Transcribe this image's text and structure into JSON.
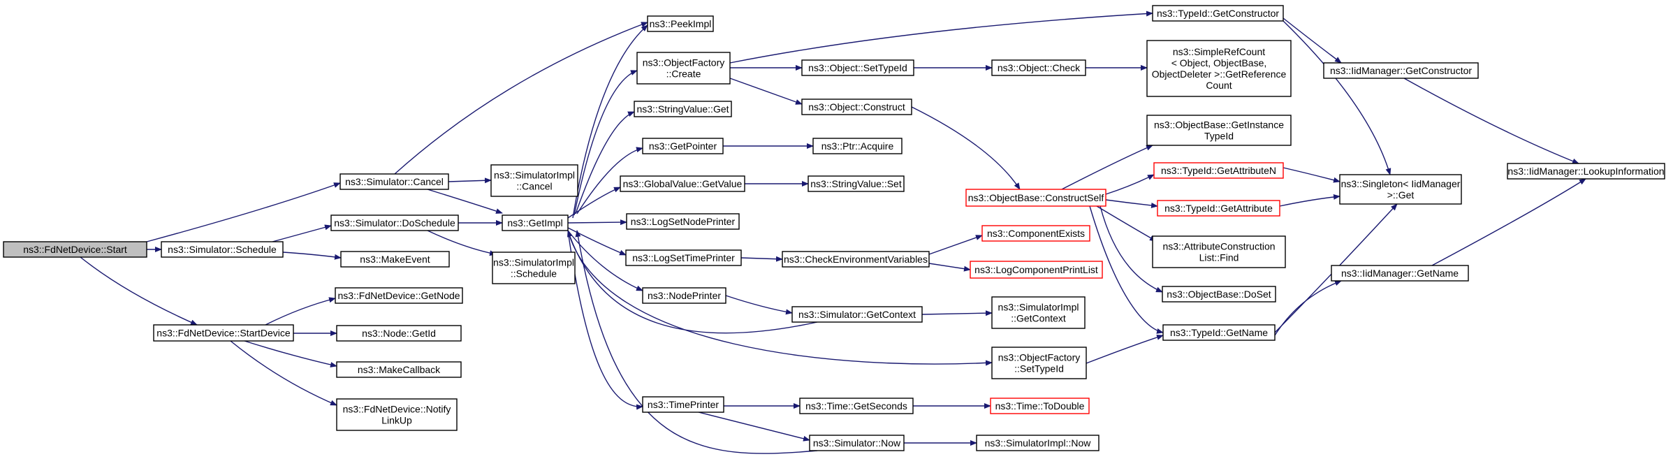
{
  "colors": {
    "edge": "#191970",
    "normal_fill": "#ffffff",
    "normal_border": "#000000",
    "root_fill": "#bfbfbf",
    "incomplete_border": "#ff0000",
    "text": "#000000"
  },
  "nodes": [
    {
      "id": "start",
      "lines": [
        "ns3::FdNetDevice::Start"
      ],
      "root": true
    },
    {
      "id": "schedule",
      "lines": [
        "ns3::Simulator::Schedule"
      ]
    },
    {
      "id": "startdevice",
      "lines": [
        "ns3::FdNetDevice::StartDevice"
      ]
    },
    {
      "id": "cancel",
      "lines": [
        "ns3::Simulator::Cancel"
      ]
    },
    {
      "id": "doschedule",
      "lines": [
        "ns3::Simulator::DoSchedule"
      ]
    },
    {
      "id": "makeevent",
      "lines": [
        "ns3::MakeEvent"
      ]
    },
    {
      "id": "simimplcancel",
      "lines": [
        "ns3::SimulatorImpl",
        "::Cancel"
      ]
    },
    {
      "id": "getimpl",
      "lines": [
        "ns3::GetImpl"
      ]
    },
    {
      "id": "simimplschedule",
      "lines": [
        "ns3::SimulatorImpl",
        "::Schedule"
      ]
    },
    {
      "id": "getnode",
      "lines": [
        "ns3::FdNetDevice::GetNode"
      ]
    },
    {
      "id": "nodegetid",
      "lines": [
        "ns3::Node::GetId"
      ]
    },
    {
      "id": "makecallback",
      "lines": [
        "ns3::MakeCallback"
      ]
    },
    {
      "id": "notifylinkup",
      "lines": [
        "ns3::FdNetDevice::Notify",
        "LinkUp"
      ]
    },
    {
      "id": "peekimpl",
      "lines": [
        "ns3::PeekImpl"
      ]
    },
    {
      "id": "ofcreate",
      "lines": [
        "ns3::ObjectFactory",
        "::Create"
      ]
    },
    {
      "id": "stringvalueget",
      "lines": [
        "ns3::StringValue::Get"
      ]
    },
    {
      "id": "getpointer",
      "lines": [
        "ns3::GetPointer"
      ]
    },
    {
      "id": "globalvalueget",
      "lines": [
        "ns3::GlobalValue::GetValue"
      ]
    },
    {
      "id": "logsetnodeprinter",
      "lines": [
        "ns3::LogSetNodePrinter"
      ]
    },
    {
      "id": "logsettimeprinter",
      "lines": [
        "ns3::LogSetTimePrinter"
      ]
    },
    {
      "id": "nodeprinter",
      "lines": [
        "ns3::NodePrinter"
      ]
    },
    {
      "id": "timeprinter",
      "lines": [
        "ns3::TimePrinter"
      ]
    },
    {
      "id": "objsettypeid",
      "lines": [
        "ns3::Object::SetTypeId"
      ]
    },
    {
      "id": "objconstruct",
      "lines": [
        "ns3::Object::Construct"
      ]
    },
    {
      "id": "ptracquire",
      "lines": [
        "ns3::Ptr::Acquire"
      ]
    },
    {
      "id": "stringvalueset",
      "lines": [
        "ns3::StringValue::Set"
      ]
    },
    {
      "id": "checkenv",
      "lines": [
        "ns3::CheckEnvironmentVariables"
      ]
    },
    {
      "id": "simgetcontext",
      "lines": [
        "ns3::Simulator::GetContext"
      ]
    },
    {
      "id": "timegetseconds",
      "lines": [
        "ns3::Time::GetSeconds"
      ]
    },
    {
      "id": "simnow",
      "lines": [
        "ns3::Simulator::Now"
      ]
    },
    {
      "id": "objcheck",
      "lines": [
        "ns3::Object::Check"
      ]
    },
    {
      "id": "constructself",
      "lines": [
        "ns3::ObjectBase::ConstructSelf"
      ],
      "incomplete": true
    },
    {
      "id": "componentexists",
      "lines": [
        "ns3::ComponentExists"
      ],
      "incomplete": true
    },
    {
      "id": "logcomponentprintlist",
      "lines": [
        "ns3::LogComponentPrintList"
      ],
      "incomplete": true
    },
    {
      "id": "simimplgetcontext",
      "lines": [
        "ns3::SimulatorImpl",
        "::GetContext"
      ]
    },
    {
      "id": "ofsettypeid",
      "lines": [
        "ns3::ObjectFactory",
        "::SetTypeId"
      ]
    },
    {
      "id": "timetodouble",
      "lines": [
        "ns3::Time::ToDouble"
      ],
      "incomplete": true
    },
    {
      "id": "simimplnow",
      "lines": [
        "ns3::SimulatorImpl::Now"
      ]
    },
    {
      "id": "typeidgetconstructor",
      "lines": [
        "ns3::TypeId::GetConstructor"
      ]
    },
    {
      "id": "simplerefcount",
      "lines": [
        "ns3::SimpleRefCount",
        "< Object, ObjectBase,",
        "ObjectDeleter >::GetReference",
        "Count"
      ]
    },
    {
      "id": "getinstancetypeid",
      "lines": [
        "ns3::ObjectBase::GetInstance",
        "TypeId"
      ]
    },
    {
      "id": "getattributen",
      "lines": [
        "ns3::TypeId::GetAttributeN"
      ],
      "incomplete": true
    },
    {
      "id": "getattribute",
      "lines": [
        "ns3::TypeId::GetAttribute"
      ],
      "incomplete": true
    },
    {
      "id": "attrconstructionlist",
      "lines": [
        "ns3::AttributeConstruction",
        "List::Find"
      ]
    },
    {
      "id": "objectbasedoset",
      "lines": [
        "ns3::ObjectBase::DoSet"
      ]
    },
    {
      "id": "typeidgetname",
      "lines": [
        "ns3::TypeId::GetName"
      ]
    },
    {
      "id": "iidgetconstructor",
      "lines": [
        "ns3::IidManager::GetConstructor"
      ]
    },
    {
      "id": "singletonget",
      "lines": [
        "ns3::Singleton< IidManager",
        ">::Get"
      ]
    },
    {
      "id": "iidgetname",
      "lines": [
        "ns3::IidManager::GetName"
      ]
    },
    {
      "id": "iidlookup",
      "lines": [
        "ns3::IidManager::LookupInformation"
      ]
    }
  ],
  "edges": [
    {
      "from": "start",
      "to": "cancel"
    },
    {
      "from": "start",
      "to": "schedule"
    },
    {
      "from": "start",
      "to": "startdevice"
    },
    {
      "from": "schedule",
      "to": "doschedule"
    },
    {
      "from": "schedule",
      "to": "makeevent"
    },
    {
      "from": "cancel",
      "to": "peekimpl"
    },
    {
      "from": "cancel",
      "to": "simimplcancel"
    },
    {
      "from": "cancel",
      "to": "getimpl"
    },
    {
      "from": "doschedule",
      "to": "getimpl"
    },
    {
      "from": "doschedule",
      "to": "simimplschedule"
    },
    {
      "from": "startdevice",
      "to": "getnode"
    },
    {
      "from": "startdevice",
      "to": "nodegetid"
    },
    {
      "from": "startdevice",
      "to": "makecallback"
    },
    {
      "from": "startdevice",
      "to": "notifylinkup"
    },
    {
      "from": "getimpl",
      "to": "peekimpl"
    },
    {
      "from": "getimpl",
      "to": "ofcreate"
    },
    {
      "from": "getimpl",
      "to": "stringvalueget"
    },
    {
      "from": "getimpl",
      "to": "getpointer"
    },
    {
      "from": "getimpl",
      "to": "globalvalueget"
    },
    {
      "from": "getimpl",
      "to": "logsetnodeprinter"
    },
    {
      "from": "getimpl",
      "to": "logsettimeprinter"
    },
    {
      "from": "getimpl",
      "to": "nodeprinter"
    },
    {
      "from": "getimpl",
      "to": "ofsettypeid"
    },
    {
      "from": "getimpl",
      "to": "timeprinter"
    },
    {
      "from": "simgetcontext",
      "to": "getimpl"
    },
    {
      "from": "simnow",
      "to": "getimpl"
    },
    {
      "from": "ofcreate",
      "to": "typeidgetconstructor"
    },
    {
      "from": "ofcreate",
      "to": "objsettypeid"
    },
    {
      "from": "ofcreate",
      "to": "objconstruct"
    },
    {
      "from": "objsettypeid",
      "to": "objcheck"
    },
    {
      "from": "objcheck",
      "to": "simplerefcount"
    },
    {
      "from": "objconstruct",
      "to": "constructself"
    },
    {
      "from": "getpointer",
      "to": "ptracquire"
    },
    {
      "from": "globalvalueget",
      "to": "stringvalueset"
    },
    {
      "from": "logsettimeprinter",
      "to": "checkenv"
    },
    {
      "from": "checkenv",
      "to": "componentexists"
    },
    {
      "from": "checkenv",
      "to": "logcomponentprintlist"
    },
    {
      "from": "nodeprinter",
      "to": "simgetcontext"
    },
    {
      "from": "simgetcontext",
      "to": "simimplgetcontext"
    },
    {
      "from": "ofsettypeid",
      "to": "typeidgetname"
    },
    {
      "from": "timeprinter",
      "to": "timegetseconds"
    },
    {
      "from": "timeprinter",
      "to": "simnow"
    },
    {
      "from": "timegetseconds",
      "to": "timetodouble"
    },
    {
      "from": "simnow",
      "to": "simimplnow"
    },
    {
      "from": "constructself",
      "to": "getinstancetypeid"
    },
    {
      "from": "constructself",
      "to": "getattributen"
    },
    {
      "from": "constructself",
      "to": "getattribute"
    },
    {
      "from": "constructself",
      "to": "attrconstructionlist"
    },
    {
      "from": "constructself",
      "to": "objectbasedoset"
    },
    {
      "from": "constructself",
      "to": "typeidgetname"
    },
    {
      "from": "typeidgetconstructor",
      "to": "iidgetconstructor"
    },
    {
      "from": "typeidgetconstructor",
      "to": "singletonget"
    },
    {
      "from": "getattributen",
      "to": "singletonget"
    },
    {
      "from": "getattribute",
      "to": "singletonget"
    },
    {
      "from": "typeidgetname",
      "to": "singletonget"
    },
    {
      "from": "typeidgetname",
      "to": "iidgetname"
    },
    {
      "from": "iidgetconstructor",
      "to": "iidlookup"
    },
    {
      "from": "iidgetname",
      "to": "iidlookup"
    }
  ]
}
